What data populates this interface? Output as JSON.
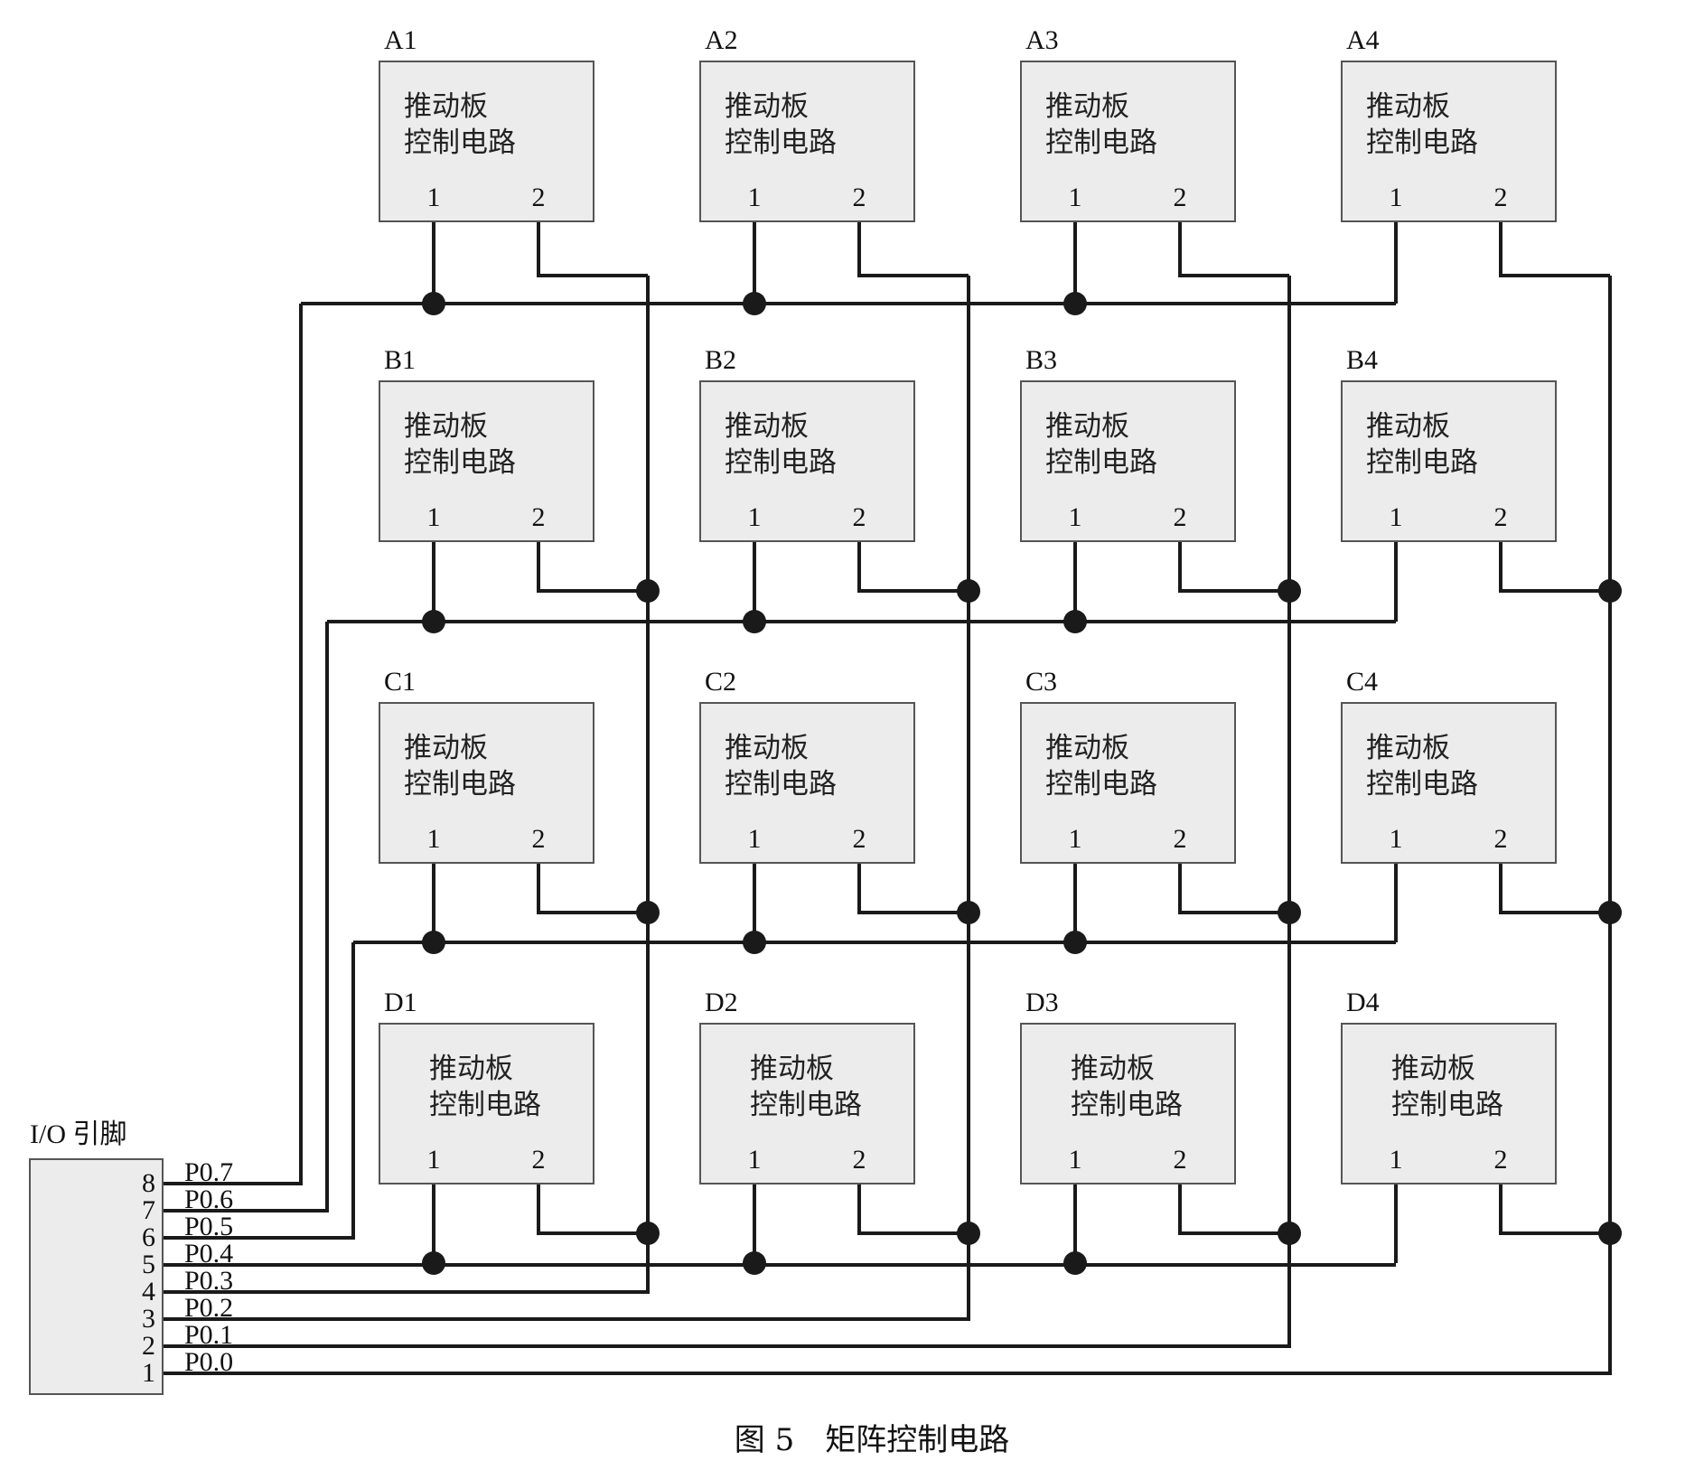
{
  "boards": [
    {
      "id": "A1",
      "line1": "推动板",
      "line2": "控制电路",
      "pin1": "1",
      "pin2": "2"
    },
    {
      "id": "A2",
      "line1": "推动板",
      "line2": "控制电路",
      "pin1": "1",
      "pin2": "2"
    },
    {
      "id": "A3",
      "line1": "推动板",
      "line2": "控制电路",
      "pin1": "1",
      "pin2": "2"
    },
    {
      "id": "A4",
      "line1": "推动板",
      "line2": "控制电路",
      "pin1": "1",
      "pin2": "2"
    },
    {
      "id": "B1",
      "line1": "推动板",
      "line2": "控制电路",
      "pin1": "1",
      "pin2": "2"
    },
    {
      "id": "B2",
      "line1": "推动板",
      "line2": "控制电路",
      "pin1": "1",
      "pin2": "2"
    },
    {
      "id": "B3",
      "line1": "推动板",
      "line2": "控制电路",
      "pin1": "1",
      "pin2": "2"
    },
    {
      "id": "B4",
      "line1": "推动板",
      "line2": "控制电路",
      "pin1": "1",
      "pin2": "2"
    },
    {
      "id": "C1",
      "line1": "推动板",
      "line2": "控制电路",
      "pin1": "1",
      "pin2": "2"
    },
    {
      "id": "C2",
      "line1": "推动板",
      "line2": "控制电路",
      "pin1": "1",
      "pin2": "2"
    },
    {
      "id": "C3",
      "line1": "推动板",
      "line2": "控制电路",
      "pin1": "1",
      "pin2": "2"
    },
    {
      "id": "C4",
      "line1": "推动板",
      "line2": "控制电路",
      "pin1": "1",
      "pin2": "2"
    },
    {
      "id": "D1",
      "line1": "推动板",
      "line2": "控制电路",
      "pin1": "1",
      "pin2": "2"
    },
    {
      "id": "D2",
      "line1": "推动板",
      "line2": "控制电路",
      "pin1": "1",
      "pin2": "2"
    },
    {
      "id": "D3",
      "line1": "推动板",
      "line2": "控制电路",
      "pin1": "1",
      "pin2": "2"
    },
    {
      "id": "D4",
      "line1": "推动板",
      "line2": "控制电路",
      "pin1": "1",
      "pin2": "2"
    }
  ],
  "io": {
    "title": "I/O 引脚",
    "pins": [
      {
        "num": "8",
        "port": "P0.7"
      },
      {
        "num": "7",
        "port": "P0.6"
      },
      {
        "num": "6",
        "port": "P0.5"
      },
      {
        "num": "5",
        "port": "P0.4"
      },
      {
        "num": "4",
        "port": "P0.3"
      },
      {
        "num": "3",
        "port": "P0.2"
      },
      {
        "num": "2",
        "port": "P0.1"
      },
      {
        "num": "1",
        "port": "P0.0"
      }
    ]
  },
  "caption": "图 5　矩阵控制电路"
}
